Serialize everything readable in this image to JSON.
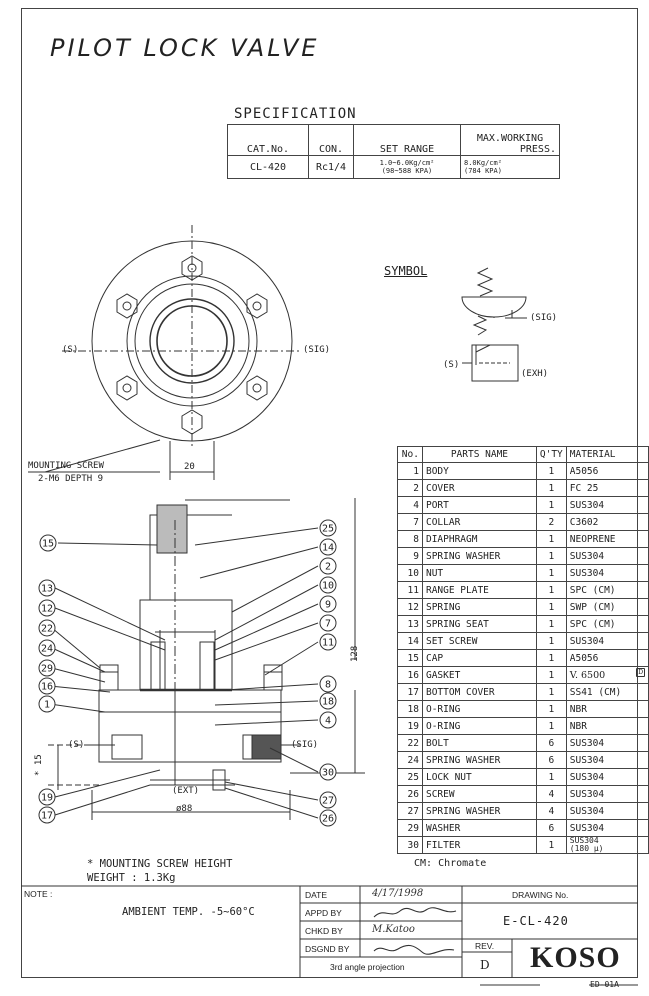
{
  "title": "PILOT LOCK VALVE",
  "specification": {
    "title": "SPECIFICATION",
    "headers": {
      "cat_no": "CAT.No.",
      "con": "CON.",
      "set_range": "SET RANGE",
      "max_press_line1": "MAX.WORKING",
      "max_press_line2": "PRESS."
    },
    "row": {
      "cat_no": "CL-420",
      "con": "Rc1/4",
      "set_range_line1": "1.0~6.0Kg/cm²",
      "set_range_line2": "(98~588 KPA)",
      "max_press_line1": "8.0Kg/cm²",
      "max_press_line2": "(784 KPA)"
    }
  },
  "symbol": {
    "title": "SYMBOL",
    "sig": "(SIG)",
    "s": "(S)",
    "exh": "(EXH)"
  },
  "top_view": {
    "s_label": "(S)",
    "sig_label": "(SIG)",
    "mounting_screw": "MOUNTING SCREW",
    "mounting_spec": "2-M6 DEPTH 9",
    "dim_20": "20"
  },
  "section_view": {
    "s_label": "(S)",
    "sig_label": "(SIG)",
    "ext_label": "(EXT)",
    "dim_128": "128",
    "dim_88": "ø88",
    "dim_15": "* 15",
    "balloons": [
      "15",
      "25",
      "14",
      "2",
      "13",
      "10",
      "12",
      "9",
      "22",
      "7",
      "24",
      "11",
      "29",
      "8",
      "16",
      "18",
      "1",
      "4",
      "30",
      "19",
      "27",
      "17",
      "26"
    ]
  },
  "notes": {
    "mounting_height": "* MOUNTING SCREW HEIGHT",
    "weight": "WEIGHT :  1.3Kg",
    "cm_chromate": "CM: Chromate"
  },
  "parts_table": {
    "headers": [
      "No.",
      "PARTS NAME",
      "Q'TY",
      "MATERIAL"
    ],
    "rows": [
      [
        "1",
        "BODY",
        "1",
        "A5056"
      ],
      [
        "2",
        "COVER",
        "1",
        "FC 25"
      ],
      [
        "4",
        "PORT",
        "1",
        "SUS304"
      ],
      [
        "7",
        "COLLAR",
        "2",
        "C3602"
      ],
      [
        "8",
        "DIAPHRAGM",
        "1",
        "NEOPRENE"
      ],
      [
        "9",
        "SPRING WASHER",
        "1",
        "SUS304"
      ],
      [
        "10",
        "NUT",
        "1",
        "SUS304"
      ],
      [
        "11",
        "RANGE PLATE",
        "1",
        "SPC (CM)"
      ],
      [
        "12",
        "SPRING",
        "1",
        "SWP (CM)"
      ],
      [
        "13",
        "SPRING SEAT",
        "1",
        "SPC (CM)"
      ],
      [
        "14",
        "SET SCREW",
        "1",
        "SUS304"
      ],
      [
        "15",
        "CAP",
        "1",
        "A5056"
      ],
      [
        "16",
        "GASKET",
        "1",
        "V. 6500"
      ],
      [
        "17",
        "BOTTOM COVER",
        "1",
        "SS41 (CM)"
      ],
      [
        "18",
        "O-RING",
        "1",
        "NBR"
      ],
      [
        "19",
        "O-RING",
        "1",
        "NBR"
      ],
      [
        "22",
        "BOLT",
        "6",
        "SUS304"
      ],
      [
        "24",
        "SPRING WASHER",
        "6",
        "SUS304"
      ],
      [
        "25",
        "LOCK NUT",
        "1",
        "SUS304"
      ],
      [
        "26",
        "SCREW",
        "4",
        "SUS304"
      ],
      [
        "27",
        "SPRING WASHER",
        "4",
        "SUS304"
      ],
      [
        "29",
        "WASHER",
        "6",
        "SUS304"
      ],
      [
        "30",
        "FILTER",
        "1",
        "SUS304"
      ]
    ],
    "filter_sub": "(180 μ)",
    "revision_mark": "D"
  },
  "title_block": {
    "note_label": "NOTE :",
    "note_text": "AMBIENT TEMP.  -5~60°C",
    "date_label": "DATE",
    "date_value": "4/17/1998",
    "appd_label": "APPD  BY",
    "chkd_label": "CHKD  BY",
    "chkd_sig": "M.Katoo",
    "dsgnd_label": "DSGND BY",
    "projection": "3rd angle projection",
    "drawing_no_label": "DRAWING No.",
    "drawing_no": "E-CL-420",
    "rev_label": "REV.",
    "rev_value": "D",
    "brand": "KOSO",
    "form_no": "ED-01A"
  }
}
